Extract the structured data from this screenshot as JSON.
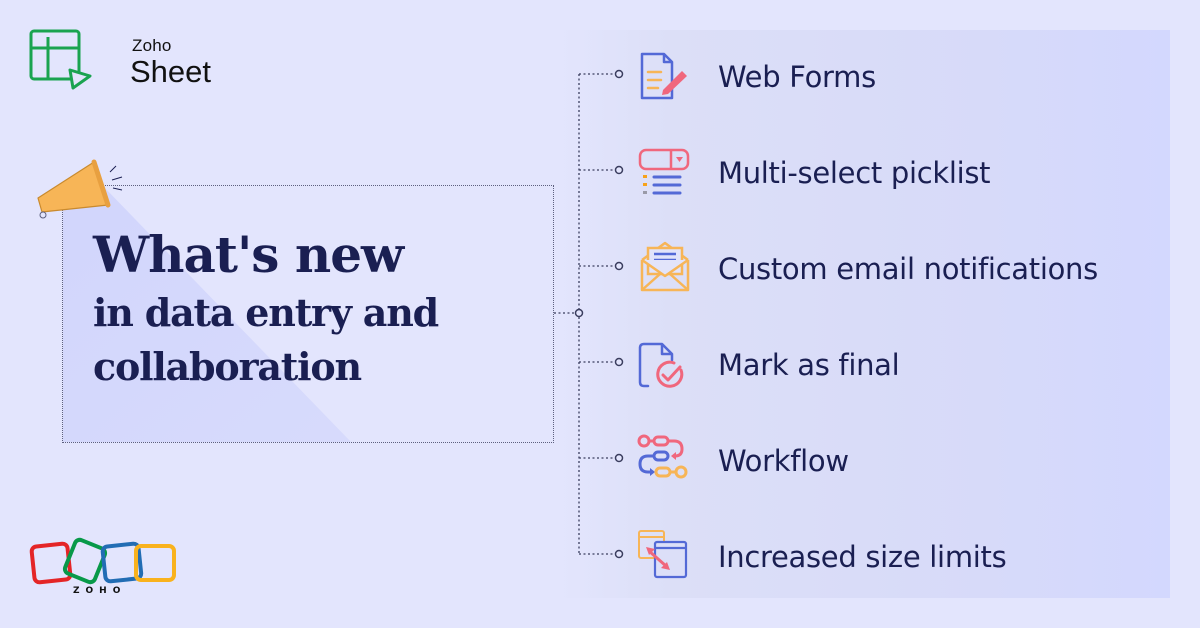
{
  "brand": {
    "product_small": "Zoho",
    "product_name": "Sheet",
    "company_wordmark": "ZOHO"
  },
  "headline": {
    "line1": "What's new",
    "line2": "in data entry and",
    "line3": "collaboration"
  },
  "features": [
    {
      "label": "Web Forms",
      "icon": "web-form-icon"
    },
    {
      "label": "Multi-select picklist",
      "icon": "picklist-icon"
    },
    {
      "label": "Custom email notifications",
      "icon": "email-notification-icon"
    },
    {
      "label": "Mark as final",
      "icon": "mark-as-final-icon"
    },
    {
      "label": "Workflow",
      "icon": "workflow-icon"
    },
    {
      "label": "Increased size limits",
      "icon": "size-limits-icon"
    }
  ],
  "colors": {
    "background": "#e3e5fd",
    "text": "#1a1f52",
    "blue": "#5369d6",
    "pink": "#f0677d",
    "orange": "#f7b557",
    "sheet_green": "#1aa350",
    "zoho_red": "#e42527",
    "zoho_green": "#089949",
    "zoho_blue": "#226db4",
    "zoho_yellow": "#f9b21d"
  }
}
